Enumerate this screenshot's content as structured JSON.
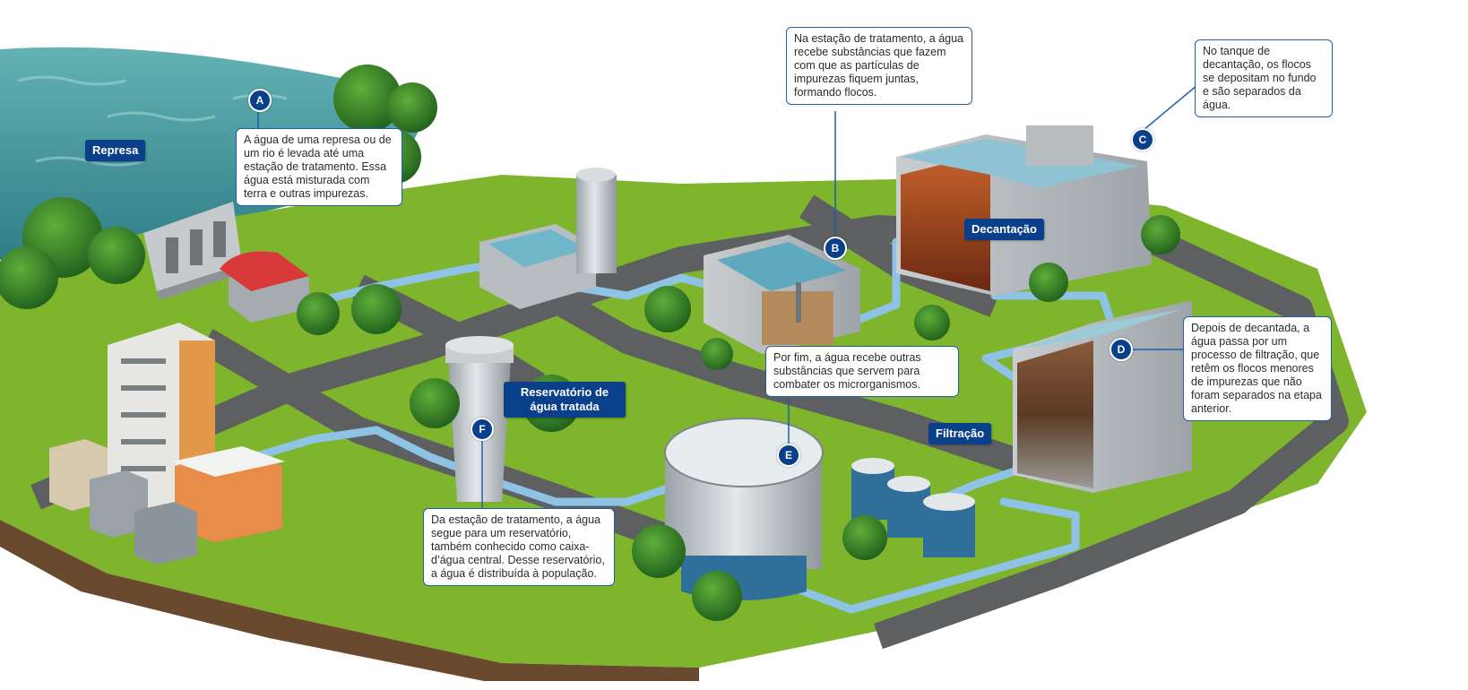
{
  "labels": {
    "represa": "Represa",
    "decantacao": "Decantação",
    "filtracao": "Filtração",
    "reservatorio": "Reservatório de água tratada"
  },
  "steps": [
    {
      "id": "A",
      "text": "A água de uma represa ou de um rio é levada até uma estação de tratamento. Essa água está misturada com terra e outras impurezas."
    },
    {
      "id": "B",
      "text": "Na estação de tratamento, a água recebe substâncias que fazem com que as partículas de impurezas fiquem juntas, formando flocos."
    },
    {
      "id": "C",
      "text": "No tanque de decantação, os flocos se depositam no fundo e são separados da água."
    },
    {
      "id": "D",
      "text": "Depois de decantada, a água passa por um processo de filtração, que retêm os flocos menores de impurezas que não foram separados na etapa anterior."
    },
    {
      "id": "E",
      "text": "Por fim, a água recebe outras substâncias que servem para combater os microrganismos."
    },
    {
      "id": "F",
      "text": "Da estação de tratamento, a água segue para um reservatório, também conhecido como caixa-d’água central. Desse reservatório, a água é distribuída à população."
    }
  ],
  "colors": {
    "accent": "#0a3f8a",
    "callout_border": "#1f5fa8",
    "pipe": "#8ec3e6",
    "grass": "#7fb52c",
    "road": "#5d5f61",
    "water": "#3f8f95"
  }
}
